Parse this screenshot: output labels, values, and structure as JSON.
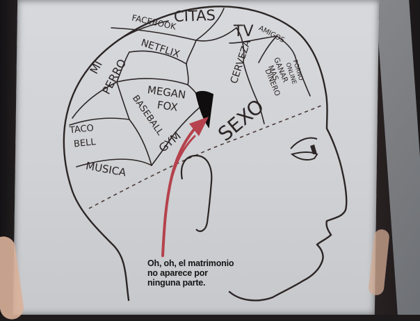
{
  "regions": {
    "citas": "CITAS",
    "facebook": "FACEBOOK",
    "tv": "TV",
    "amigos": "AMIGOS",
    "porno_line1": "PORNO",
    "porno_line2": "ONLINE",
    "mi_perro_line1": "MI",
    "mi_perro_line2": "PERRO",
    "netflix": "NETFLIX",
    "cerveza": "CERVEZA",
    "ganar_line1": "GANAR",
    "ganar_line2": "MAS",
    "ganar_line3": "DINERO",
    "megan_line1": "MEGAN",
    "megan_line2": "FOX",
    "sexo": "SEXO",
    "taco_line1": "TACO",
    "taco_line2": "BELL",
    "baseball": "BASEBALL",
    "gym": "GYM",
    "musica": "MUSICA"
  },
  "caption": {
    "line1": "Oh, oh, el matrimonio",
    "line2": "no aparece por",
    "line3": "ninguna parte."
  },
  "colors": {
    "ink": "#2c2525",
    "arrow": "#b5424d",
    "paper": "#d3d5d8"
  }
}
